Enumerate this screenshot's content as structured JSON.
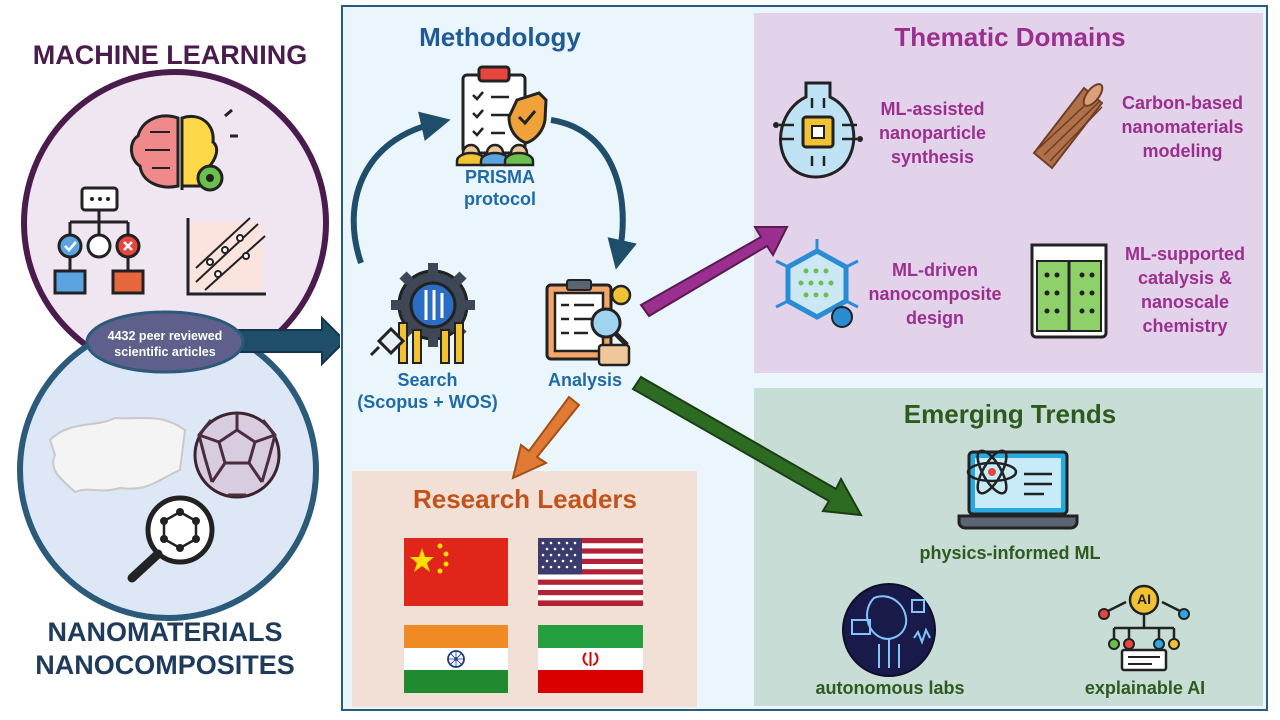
{
  "left": {
    "ml_title": "MACHINE LEARNING",
    "nano_title_line1": "NANOMATERIALS",
    "nano_title_line2": "NANOCOMPOSITES",
    "articles_line1": "4432 peer reviewed",
    "articles_line2": "scientific articles"
  },
  "methodology": {
    "title": "Methodology",
    "prisma_line1": "PRISMA",
    "prisma_line2": "protocol",
    "search_line1": "Search",
    "search_line2": "(Scopus + WOS)",
    "analysis": "Analysis"
  },
  "thematic": {
    "title": "Thematic Domains",
    "domains": [
      {
        "lines": [
          "ML-assisted",
          "nanoparticle",
          "synthesis"
        ]
      },
      {
        "lines": [
          "Carbon-based",
          "nanomaterials",
          "modeling"
        ]
      },
      {
        "lines": [
          "ML-driven",
          "nanocomposite",
          "design"
        ]
      },
      {
        "lines": [
          "ML-supported",
          "catalysis &",
          "nanoscale",
          "chemistry"
        ]
      }
    ]
  },
  "emerging": {
    "title": "Emerging Trends",
    "trends": [
      "physics-informed ML",
      "autonomous labs",
      "explainable AI"
    ],
    "ai_badge": "AI"
  },
  "leaders": {
    "title": "Research Leaders"
  },
  "colors": {
    "ml_circle": "#4a1c4e",
    "nano_circle": "#2b5a7a",
    "arrow_blue": "#1f4e6b",
    "arrow_purple": "#9b2f8f",
    "arrow_orange": "#e07a34",
    "arrow_green": "#2d6b22"
  },
  "icons": [
    "brain-gear-icon",
    "decision-tree-icon",
    "scatter-chart-icon",
    "graphene-sheet-icon",
    "fullerene-icon",
    "magnifier-molecule-icon",
    "clipboard-shield-icon",
    "search-gear-icon",
    "analysis-clipboard-icon",
    "flask-chip-icon",
    "carbon-nanotube-icon",
    "hexagon-network-icon",
    "beaker-grid-icon",
    "laptop-atom-icon",
    "robot-lab-icon",
    "ai-brain-tree-icon",
    "china-flag-icon",
    "usa-flag-icon",
    "india-flag-icon",
    "iran-flag-icon"
  ]
}
